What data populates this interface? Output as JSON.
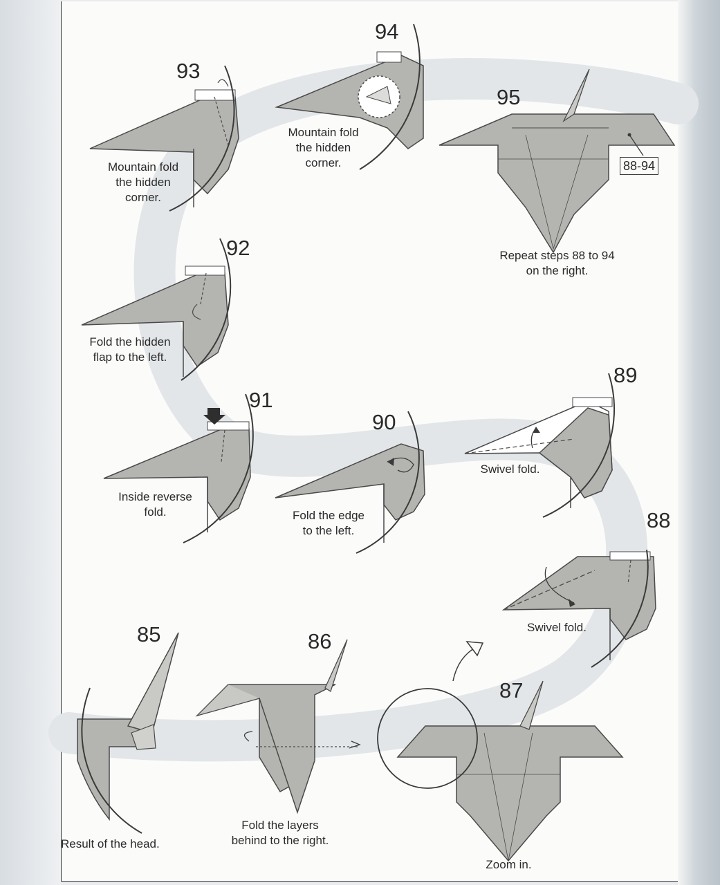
{
  "steps": [
    {
      "number": "93",
      "caption": "Mountain fold\nthe hidden\ncorner."
    },
    {
      "number": "94",
      "caption": "Mountain fold\nthe hidden\ncorner."
    },
    {
      "number": "95",
      "caption": "Repeat steps 88 to 94\non the right.",
      "ref": "88-94"
    },
    {
      "number": "92",
      "caption": "Fold the hidden\nflap to the left."
    },
    {
      "number": "91",
      "caption": "Inside reverse\nfold."
    },
    {
      "number": "90",
      "caption": "Fold the edge\nto the left."
    },
    {
      "number": "89",
      "caption": "Swivel fold."
    },
    {
      "number": "88",
      "caption": "Swivel fold."
    },
    {
      "number": "85",
      "caption": "Result of the head."
    },
    {
      "number": "86",
      "caption": "Fold the layers\nbehind to the right."
    },
    {
      "number": "87",
      "caption": "Zoom in."
    }
  ],
  "colors": {
    "paper_gray": "#b3b3af",
    "line": "#4a4a4a",
    "swirl": "#e6e8ea"
  }
}
